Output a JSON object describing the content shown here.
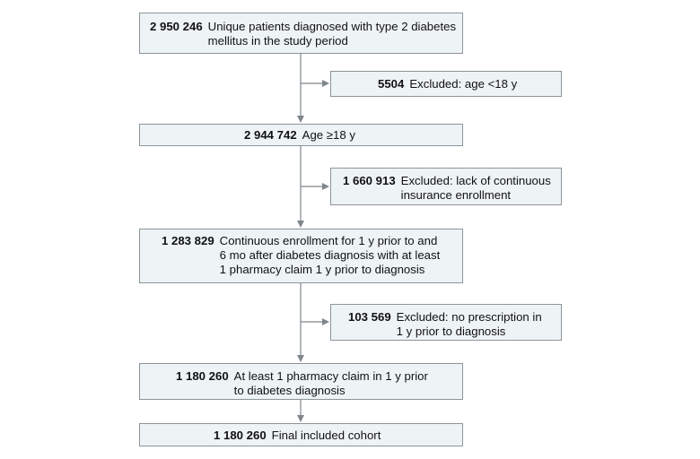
{
  "flow": {
    "boxes": [
      {
        "count": "2 950 246",
        "text": "Unique patients diagnosed with type 2 diabetes\nmellitus in the study period"
      },
      {
        "count": "5504",
        "text": "Excluded: age <18 y"
      },
      {
        "count": "2 944 742",
        "text": "Age ≥18 y"
      },
      {
        "count": "1 660 913",
        "text": "Excluded: lack of continuous\ninsurance enrollment"
      },
      {
        "count": "1 283 829",
        "text": "Continuous enrollment for 1 y prior to and\n6 mo after diabetes diagnosis with at least\n1  pharmacy claim 1 y prior to diagnosis"
      },
      {
        "count": "103 569",
        "text": "Excluded: no prescription in\n1 y prior to diagnosis"
      },
      {
        "count": "1 180 260",
        "text": "At least 1 pharmacy claim in 1 y prior\nto diabetes diagnosis"
      },
      {
        "count": "1 180 260",
        "text": "Final included cohort"
      }
    ]
  }
}
